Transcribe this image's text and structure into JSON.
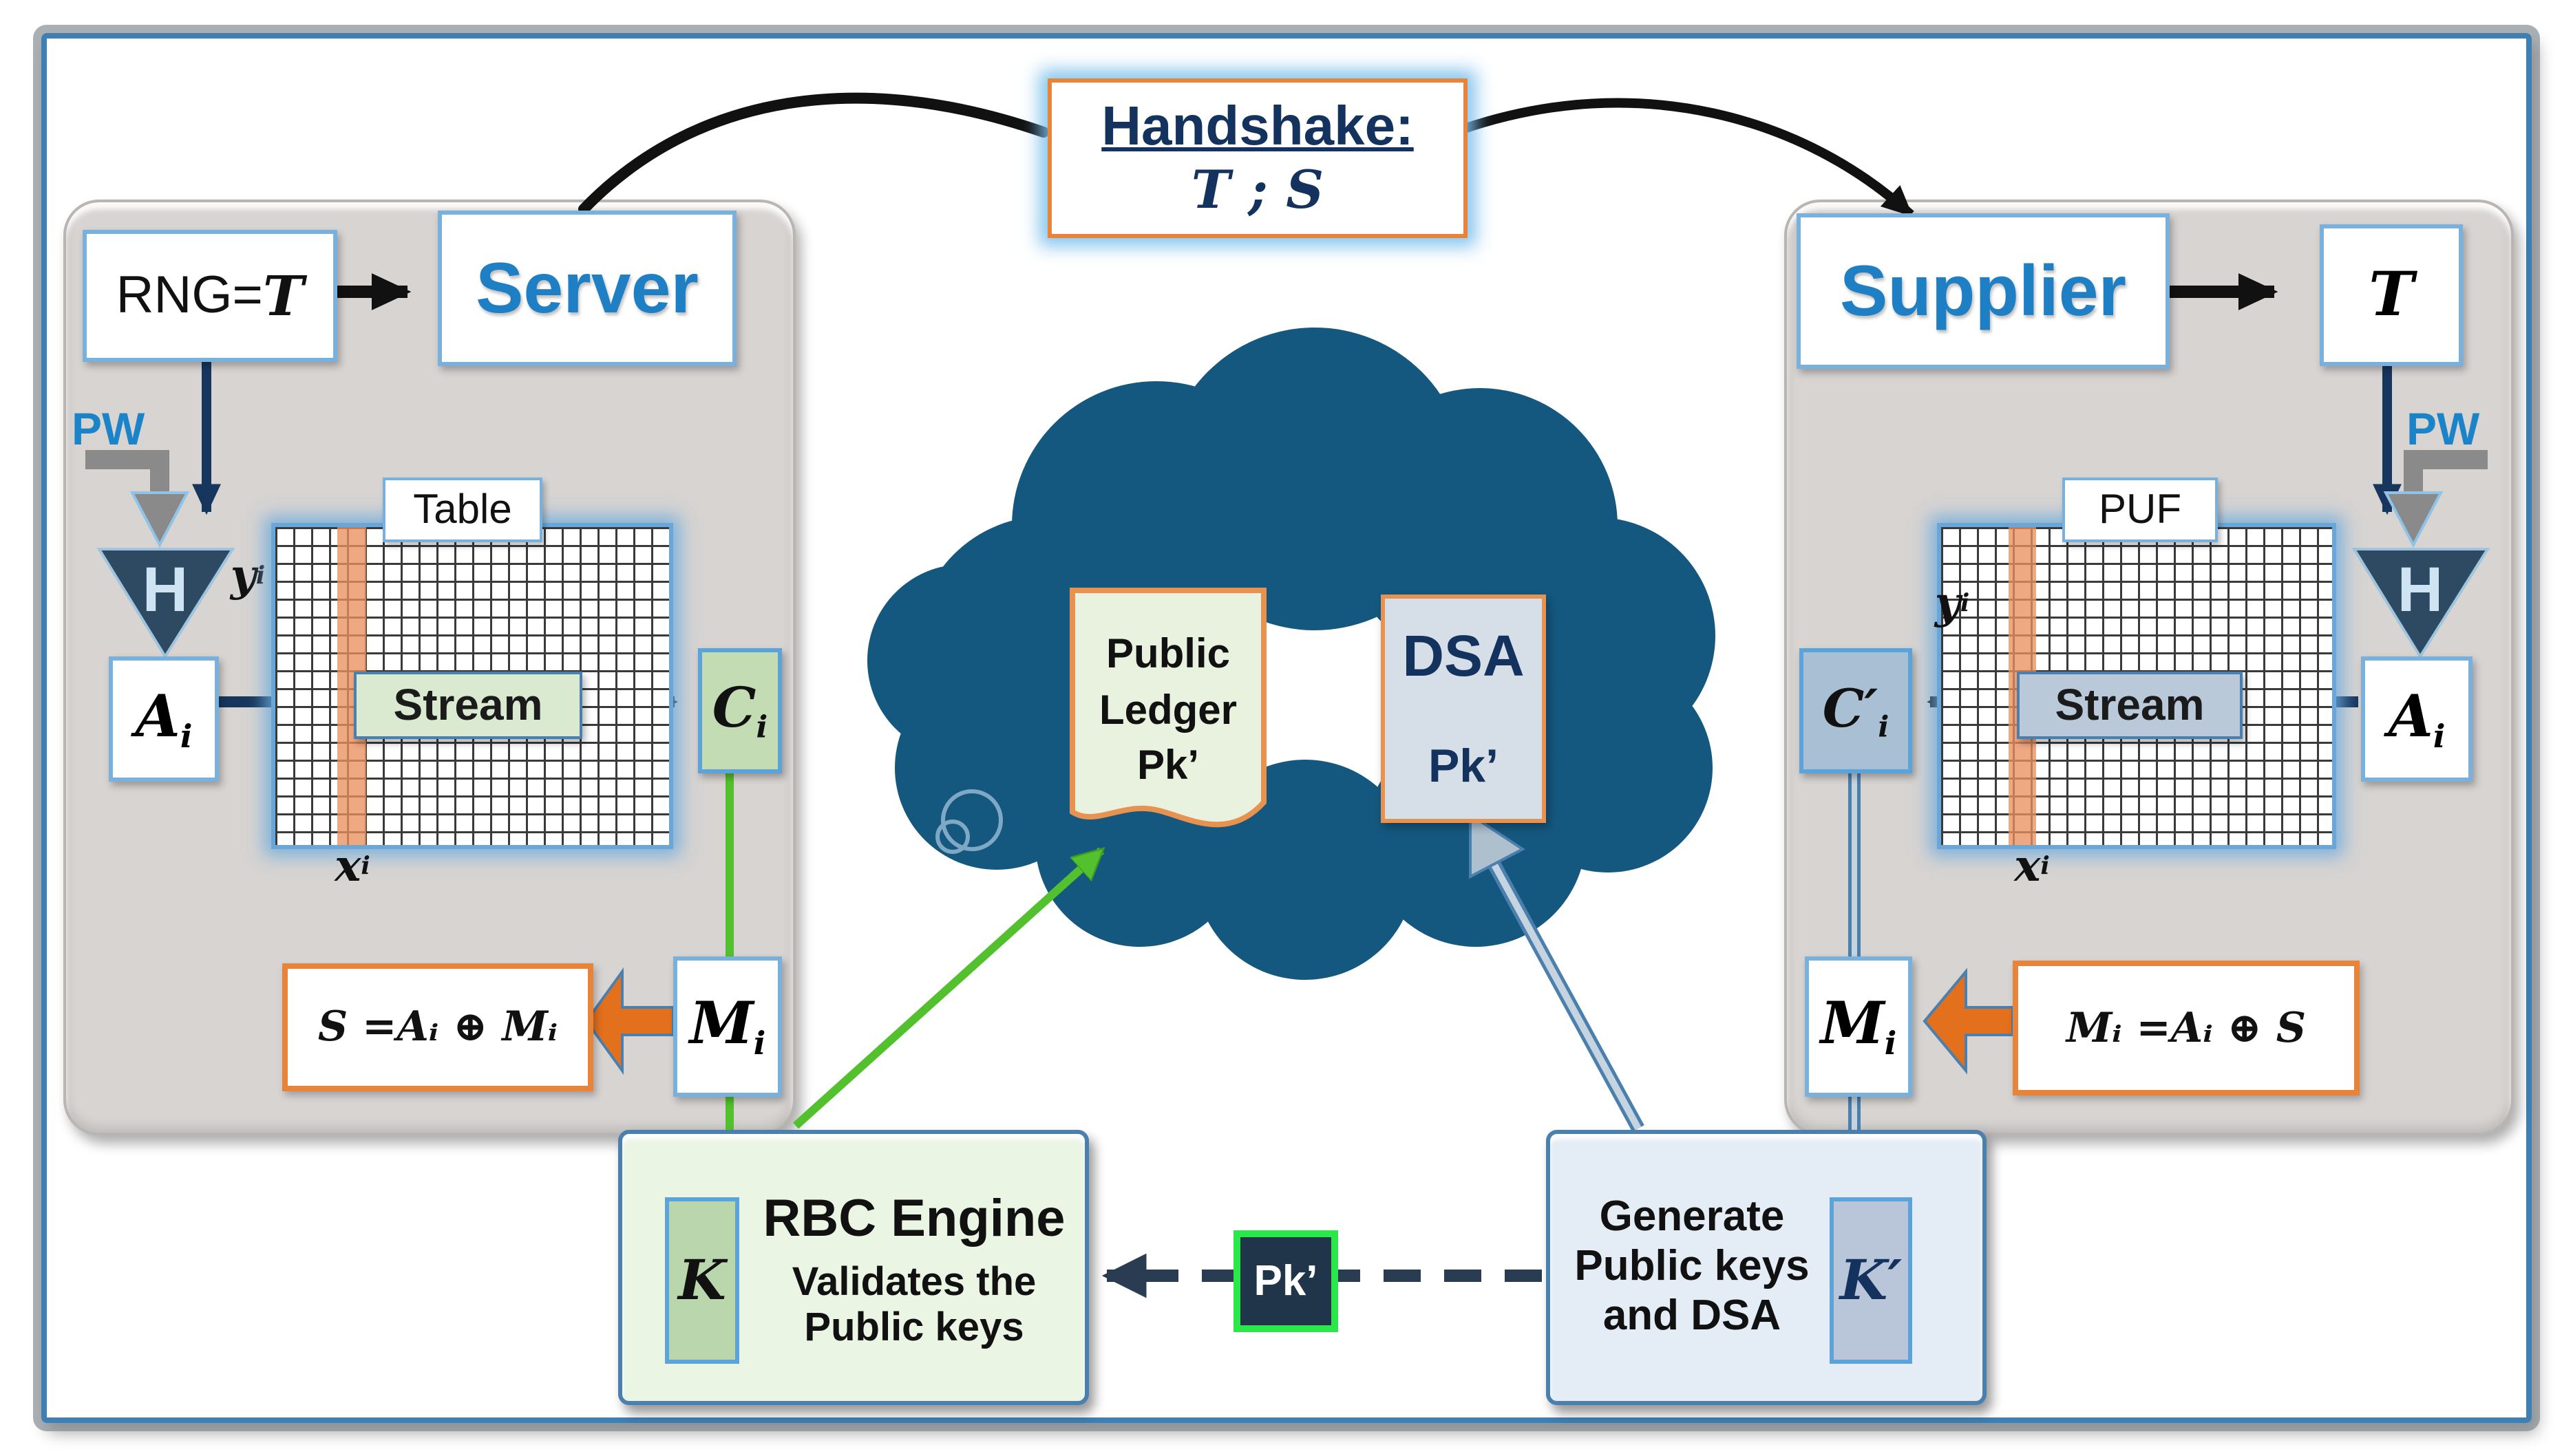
{
  "colors": {
    "cloud": "#15587f",
    "panel_gray": "#d7d4d2",
    "accent_blue_border": "#7ab1dc",
    "orange": "#e2701d",
    "orange_border": "#e8833a",
    "green_arrow": "#53c02d",
    "navy": "#17365d",
    "steel": "#c6d4e0",
    "pk_chip_bg": "#20354a",
    "pk_chip_border": "#2ae84a",
    "title_blue": "#1f7fc4"
  },
  "handshake": {
    "title": "Handshake:",
    "payload": "T ; S"
  },
  "server": {
    "rng_prefix": "RNG= ",
    "rng_var": "T",
    "title": "Server",
    "pw": "PW",
    "hash": "H",
    "table_label": "Table",
    "stream": "Stream",
    "yi": {
      "sym": "y",
      "sub": "i"
    },
    "xi": {
      "sym": "x",
      "sub": "i"
    },
    "ai": {
      "sym": "A",
      "sub": "i"
    },
    "ci": {
      "sym": "C",
      "sub": "i"
    },
    "mi": {
      "sym": "M",
      "sub": "i"
    },
    "equation": "S =Aᵢ ⊕ Mᵢ"
  },
  "supplier": {
    "title": "Supplier",
    "t_var": "T",
    "pw": "PW",
    "hash": "H",
    "puf_label": "PUF",
    "stream": "Stream",
    "yi": {
      "sym": "y",
      "sub": "i"
    },
    "xi": {
      "sym": "x",
      "sub": "i"
    },
    "ai": {
      "sym": "A",
      "sub": "i"
    },
    "ci": {
      "sym": "C′",
      "sub": "i"
    },
    "mi": {
      "sym": "M",
      "sub": "i"
    },
    "equation": "Mᵢ =Aᵢ ⊕ S"
  },
  "cloud": {
    "ledger": {
      "line1": "Public",
      "line2": "Ledger",
      "line3": "Pk’"
    },
    "dsa": {
      "title": "DSA",
      "key": "Pk’"
    }
  },
  "rbc": {
    "title": "RBC Engine",
    "desc1": "Validates the",
    "desc2": "Public keys",
    "k": "K"
  },
  "generate": {
    "line1": "Generate",
    "line2": "Public keys",
    "line3": "and DSA",
    "k": "K′"
  },
  "pk_chip": "Pk’"
}
